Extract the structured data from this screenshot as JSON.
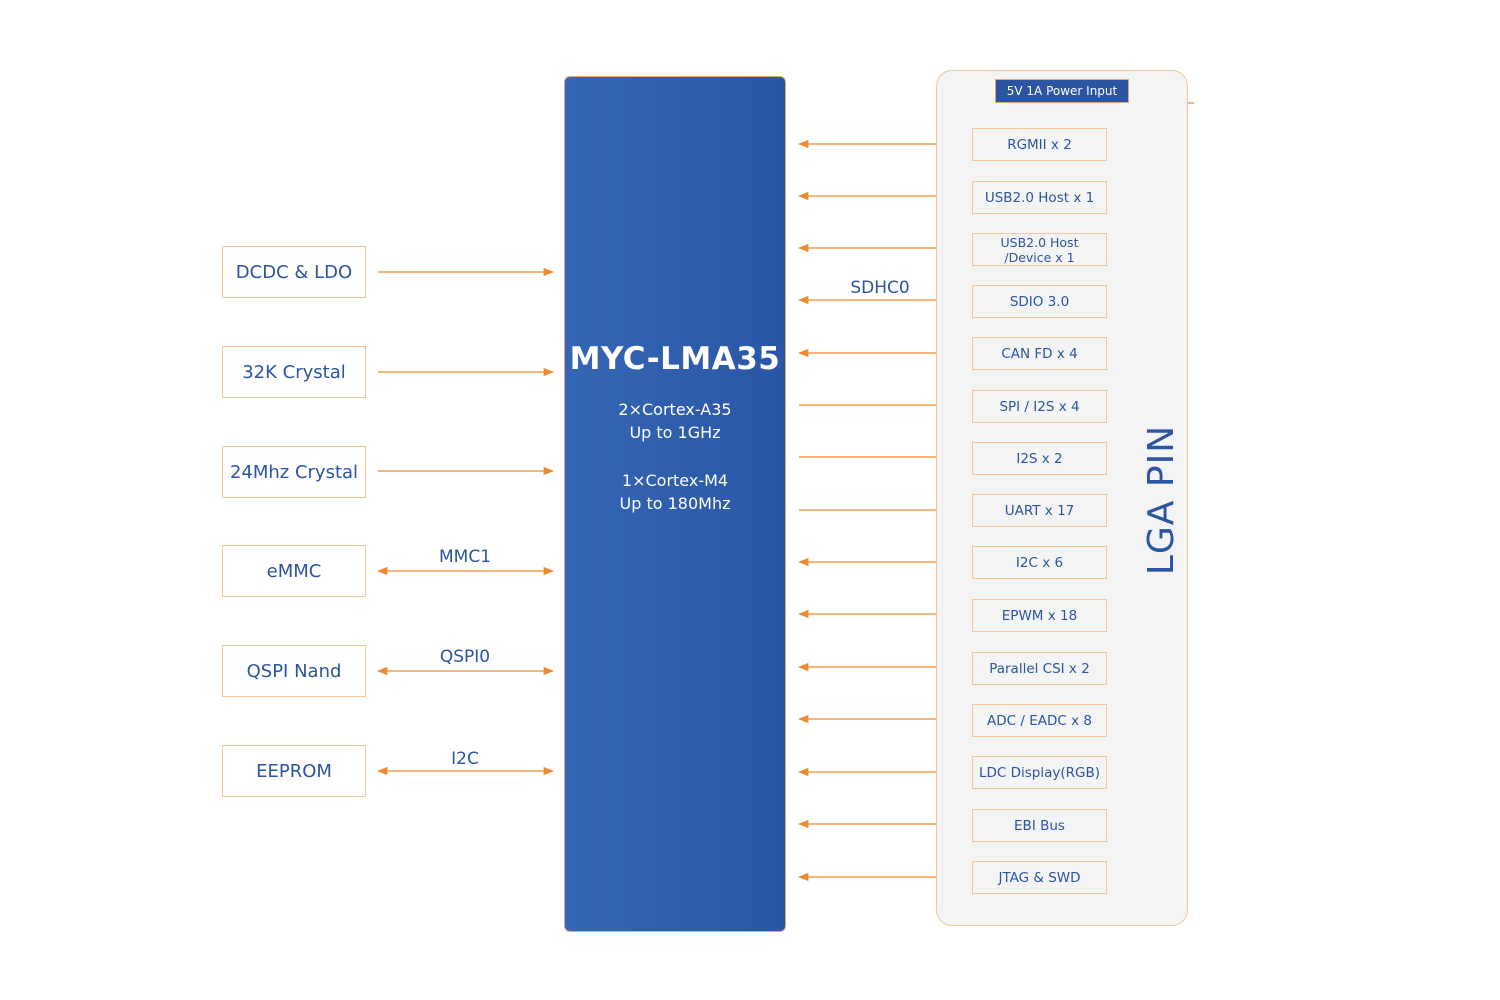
{
  "left_modules": [
    {
      "label": "DCDC & LDO",
      "bus": "",
      "direction": "to-cpu"
    },
    {
      "label": "32K Crystal",
      "bus": "",
      "direction": "to-cpu"
    },
    {
      "label": "24Mhz Crystal",
      "bus": "",
      "direction": "to-cpu"
    },
    {
      "label": "eMMC",
      "bus": "MMC1",
      "direction": "both"
    },
    {
      "label": "QSPI Nand",
      "bus": "QSPI0",
      "direction": "both"
    },
    {
      "label": "EEPROM",
      "bus": "I2C",
      "direction": "both"
    }
  ],
  "cpu": {
    "name": "MYC-LMA35",
    "core1": "2×Cortex-A35",
    "core1_speed": "Up to 1GHz",
    "core2": "1×Cortex-M4",
    "core2_speed": "Up to 180Mhz"
  },
  "lga": {
    "label": "LGA PIN",
    "power_input": "5V 1A Power Input",
    "sdio_bus_label": "SDHC0",
    "interfaces": [
      {
        "label": "RGMII x 2",
        "direction": "both"
      },
      {
        "label": "USB2.0 Host x 1",
        "direction": "both"
      },
      {
        "label": "USB2.0 Host\n/Device x 1",
        "direction": "both"
      },
      {
        "label": "SDIO 3.0",
        "direction": "both"
      },
      {
        "label": "CAN FD x 4",
        "direction": "both"
      },
      {
        "label": "SPI / I2S x 4",
        "direction": "to-lga"
      },
      {
        "label": "I2S x 2",
        "direction": "to-lga"
      },
      {
        "label": "UART x 17",
        "direction": "to-lga"
      },
      {
        "label": "I2C x 6",
        "direction": "to-cpu"
      },
      {
        "label": "EPWM x 18",
        "direction": "to-cpu"
      },
      {
        "label": "Parallel CSI x 2",
        "direction": "both"
      },
      {
        "label": "ADC / EADC x 8",
        "direction": "both"
      },
      {
        "label": "LDC Display(RGB)",
        "direction": "both"
      },
      {
        "label": "EBI Bus",
        "direction": "both"
      },
      {
        "label": "JTAG & SWD",
        "direction": "both"
      }
    ]
  },
  "colors": {
    "line": "#ef8a2e",
    "primary": "#2b54a2",
    "box_border": "#f3c69a",
    "panel_bg": "#f4f4f4"
  }
}
